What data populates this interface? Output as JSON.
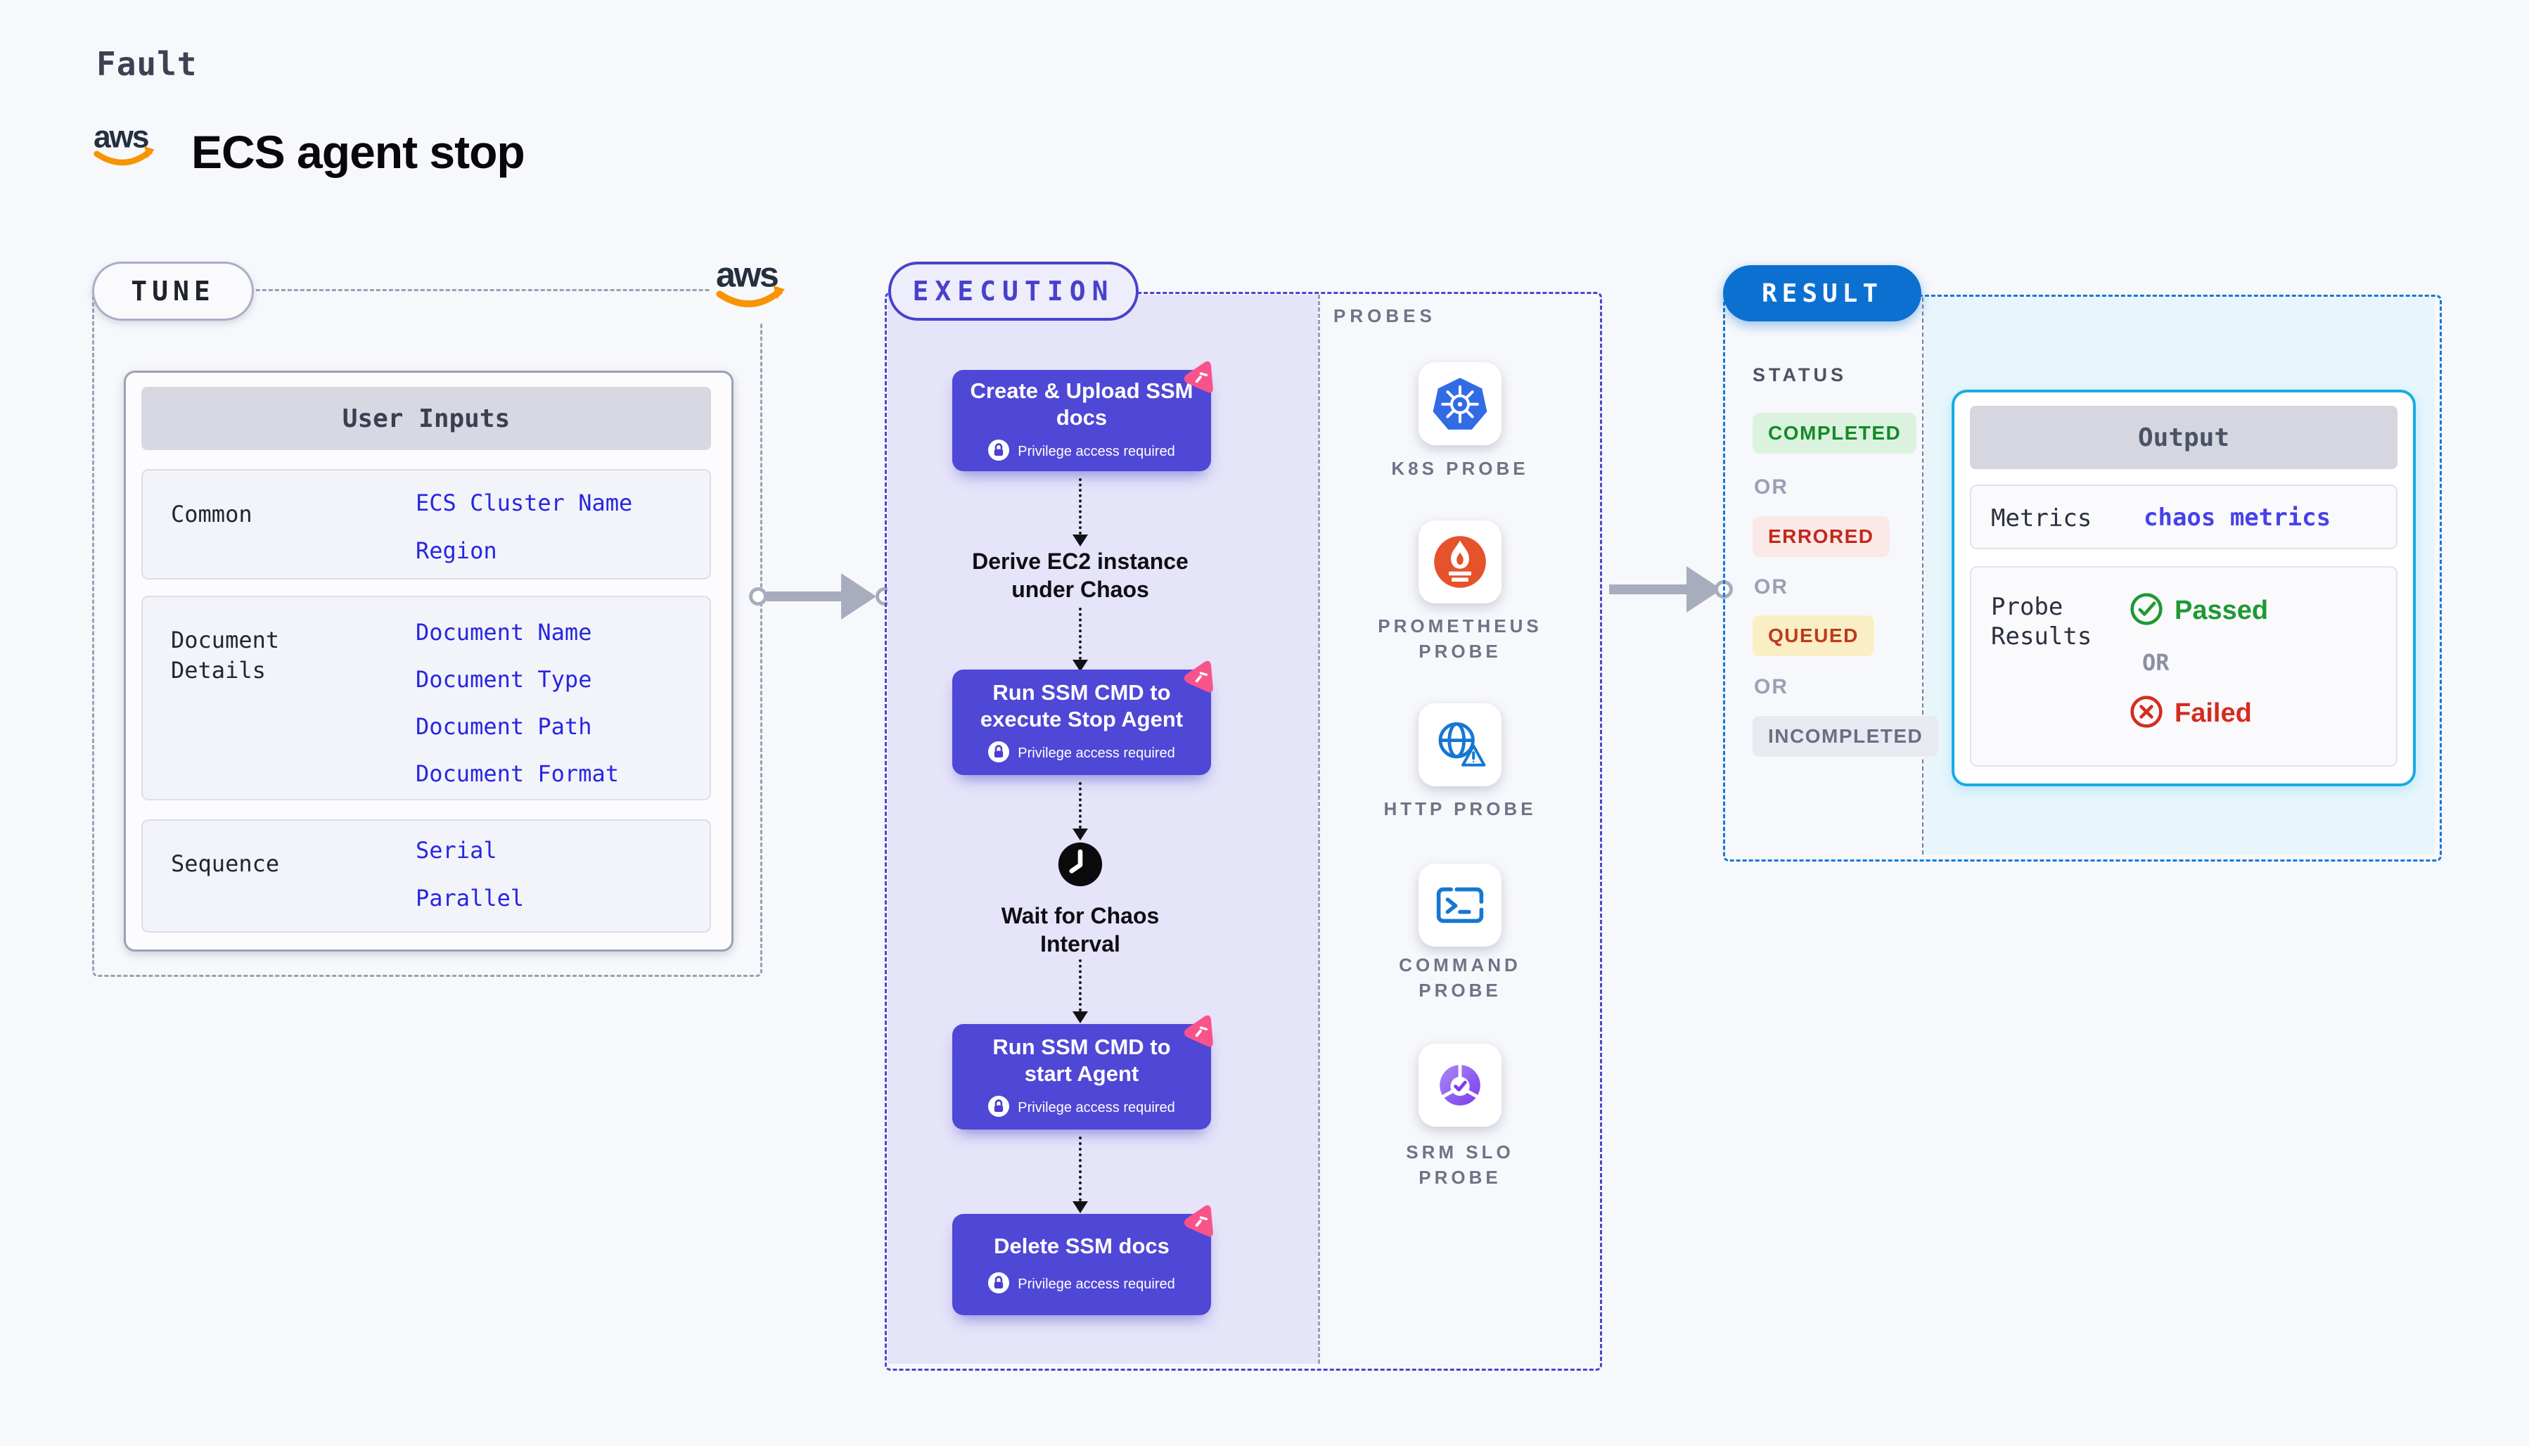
{
  "header": {
    "eyebrow": "Fault",
    "title": "ECS agent stop",
    "brand": "aws"
  },
  "tune": {
    "badge": "TUNE",
    "table": {
      "header": "User Inputs",
      "rows": [
        {
          "label": "Common",
          "values": [
            "ECS Cluster Name",
            "Region"
          ]
        },
        {
          "label": "Document Details",
          "values": [
            "Document Name",
            "Document Type",
            "Document Path",
            "Document Format"
          ]
        },
        {
          "label": "Sequence",
          "values": [
            "Serial",
            "Parallel"
          ]
        }
      ]
    }
  },
  "execution": {
    "badge": "EXECUTION",
    "privilege_note": "Privilege access required",
    "steps": [
      {
        "type": "card",
        "title": "Create & Upload SSM docs"
      },
      {
        "type": "text",
        "title": "Derive EC2 instance under Chaos"
      },
      {
        "type": "card",
        "title": "Run SSM CMD to execute Stop Agent"
      },
      {
        "type": "wait",
        "title": "Wait for Chaos Interval"
      },
      {
        "type": "card",
        "title": "Run SSM CMD to start Agent"
      },
      {
        "type": "card",
        "title": "Delete SSM docs"
      }
    ],
    "probes": {
      "heading": "PROBES",
      "items": [
        {
          "label": "K8S PROBE",
          "icon": "kubernetes-icon"
        },
        {
          "label": "PROMETHEUS PROBE",
          "icon": "prometheus-icon"
        },
        {
          "label": "HTTP PROBE",
          "icon": "globe-alert-icon"
        },
        {
          "label": "COMMAND PROBE",
          "icon": "terminal-icon"
        },
        {
          "label": "SRM SLO PROBE",
          "icon": "slo-gauge-icon"
        }
      ]
    }
  },
  "result": {
    "badge": "RESULT",
    "status": {
      "heading": "STATUS",
      "or_label": "OR",
      "badges": [
        {
          "label": "COMPLETED",
          "tone": "success"
        },
        {
          "label": "ERRORED",
          "tone": "error"
        },
        {
          "label": "QUEUED",
          "tone": "warning"
        },
        {
          "label": "INCOMPLETED",
          "tone": "neutral"
        }
      ]
    },
    "output": {
      "header": "Output",
      "metrics_label": "Metrics",
      "metrics_value": "chaos metrics",
      "probe_results_label": "Probe Results",
      "passed_label": "Passed",
      "or_label": "OR",
      "failed_label": "Failed"
    }
  },
  "colors": {
    "page_bg": "#F7F8FB",
    "accent_indigo": "#4742CB",
    "card_indigo": "#4F47D6",
    "lavender_bg": "#E5E4F9",
    "result_blue": "#0C70D0",
    "cyan_border": "#17ABE4",
    "cyan_bg": "#E8F6FC",
    "pink_badge": "#F9538C",
    "aws_orange": "#F79400",
    "link_blue": "#2626E2",
    "success_green": "#148A28",
    "error_red": "#C3281B",
    "warning_bg": "#FAEFC4",
    "neutral_gray": "#696F82",
    "arrow_gray": "#A8ADBD"
  }
}
